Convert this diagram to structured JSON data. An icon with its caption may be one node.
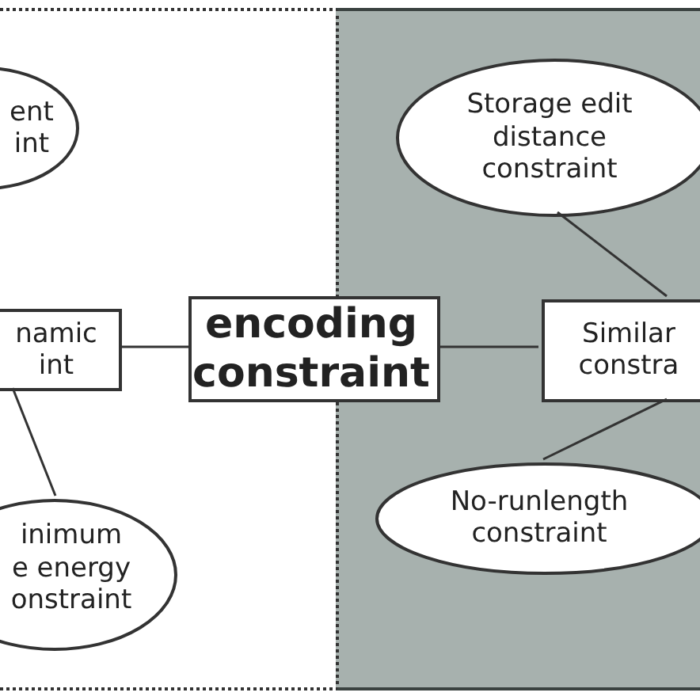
{
  "diagram": {
    "nodes": [
      {
        "text": [],
        "shape": "box"
      },
      {
        "text": [],
        "shape": "box"
      },
      {
        "text": [
          "ent int"
        ],
        "in": 0
      },
      {
        "text": [
          "namic int"
        ],
        "in": 0
      },
      {
        "text": [
          "inimum e energy onstraint"
        ],
        "in": 0
      },
      {
        "text": [
          "encoding constraint"
        ]
      },
      {
        "text": [
          "Storage edit distance constraint"
        ],
        "in": 1
      },
      {
        "text": [
          "Similar constra"
        ],
        "in": 1
      },
      {
        "text": [
          "No-runlength constraint"
        ],
        "in": 1
      }
    ],
    "edges": [
      {
        "from": 3,
        "to": 5,
        "arrow": "none"
      },
      {
        "from": 5,
        "to": 7,
        "arrow": "none"
      },
      {
        "from": 6,
        "to": 7,
        "arrow": "none"
      },
      {
        "from": 8,
        "to": 7,
        "arrow": "none"
      },
      {
        "from": 3,
        "to": 4,
        "arrow": "none"
      }
    ]
  }
}
